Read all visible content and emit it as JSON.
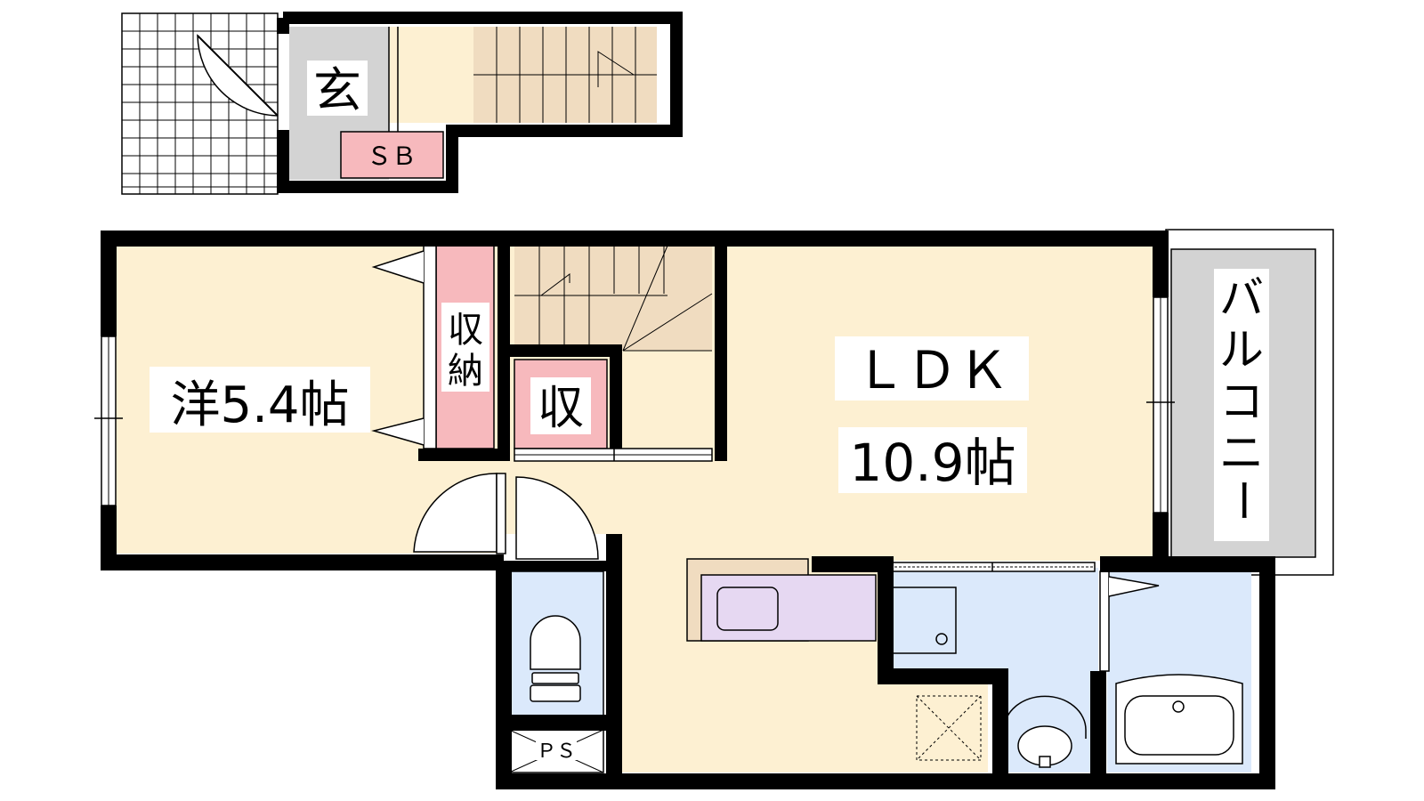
{
  "floor_plan": {
    "entrance": {
      "label": "玄",
      "shoe_box": "ＳＢ"
    },
    "western_room": {
      "label": "洋5.4帖"
    },
    "closet_large": {
      "label_line1": "収",
      "label_line2": "納"
    },
    "closet_small": {
      "label": "収"
    },
    "ldk": {
      "label": "ＬＤＫ",
      "size": "10.9帖"
    },
    "balcony": {
      "label_chars": [
        "バ",
        "ル",
        "コ",
        "ニ",
        "ー"
      ]
    },
    "pipe_space": {
      "label": "ＰＳ"
    }
  },
  "colors": {
    "wall": "#000000",
    "floor_wood": "#fdf0d2",
    "stairs": "#f0dcc0",
    "storage": "#f7b9bd",
    "entrance_floor": "#d3d3d3",
    "balcony_floor": "#d3d3d3",
    "wet_area": "#dbe9fb",
    "kitchen_counter": "#e6d8f2"
  }
}
